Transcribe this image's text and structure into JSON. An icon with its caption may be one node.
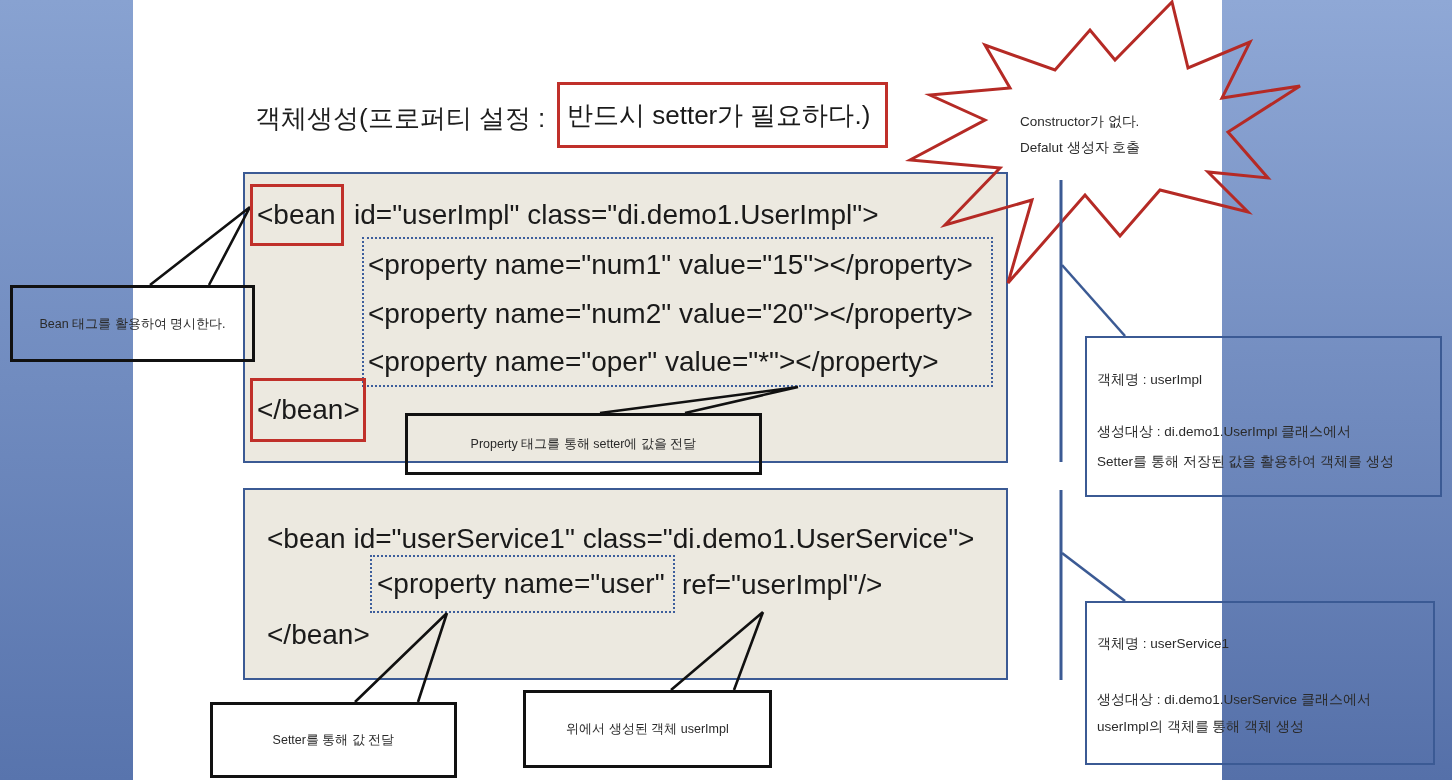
{
  "diagram": {
    "title": "객체생성(프로퍼티 설정 :",
    "nodes": [
      {
        "text": [
          "반드시 setter가 필요하다.)"
        ]
      },
      {
        "text": [
          "id=\"userImpl\" class=\"di.demo1.UserImpl\">"
        ]
      },
      {
        "text": [
          "<bean"
        ],
        "in": 1
      },
      {
        "text": [
          "<property name=\"num1\" value=\"15\"></property>",
          "<property name=\"num2\" value=\"20\"></property>",
          "<property name=\"oper\" value=\"*\"></property>"
        ],
        "in": 1
      },
      {
        "text": [
          "</bean>"
        ],
        "in": 1
      },
      {
        "text": [
          "Bean 태그를 활용하여 명시한다."
        ]
      },
      {
        "text": [
          "Property 태그를 통해 setter에 값을 전달"
        ]
      },
      {
        "text": [
          "Constructor가 없다.",
          "Defalut 생성자 호출"
        ]
      },
      {
        "text": [
          "<bean id=\"userService1\" class=\"di.demo1.UserService\">",
          "ref=\"userImpl\"/>",
          "</bean>"
        ]
      },
      {
        "text": [
          "<property name=\"user\""
        ],
        "in": 8
      },
      {
        "text": [
          "Setter를 통해 값 전달"
        ]
      },
      {
        "text": [
          "위에서 생성된 객체 userImpl"
        ]
      },
      {
        "text": [
          "객체명 : userImpl",
          "생성대상 : di.demo1.UserImpl 클래스에서 Setter를 통해 저장된 값을 활용하여 객체를 생성"
        ]
      },
      {
        "text": [
          "객체명 : userService1",
          "생성대상 : di.demo1.UserService 클래스에서 userImpl의 객체를 통해 객체 생성"
        ]
      }
    ],
    "edges": [
      {
        "from": 5,
        "to": 2,
        "arrow": "none"
      },
      {
        "from": 6,
        "to": 3,
        "arrow": "none"
      },
      {
        "from": 10,
        "to": 9,
        "arrow": "none"
      },
      {
        "from": 11,
        "to": null,
        "arrow": "none"
      },
      {
        "from": null,
        "to": 12,
        "arrow": "none",
        "color": "#3b5a94"
      },
      {
        "from": null,
        "to": 13,
        "arrow": "none",
        "color": "#3b5a94"
      }
    ]
  }
}
